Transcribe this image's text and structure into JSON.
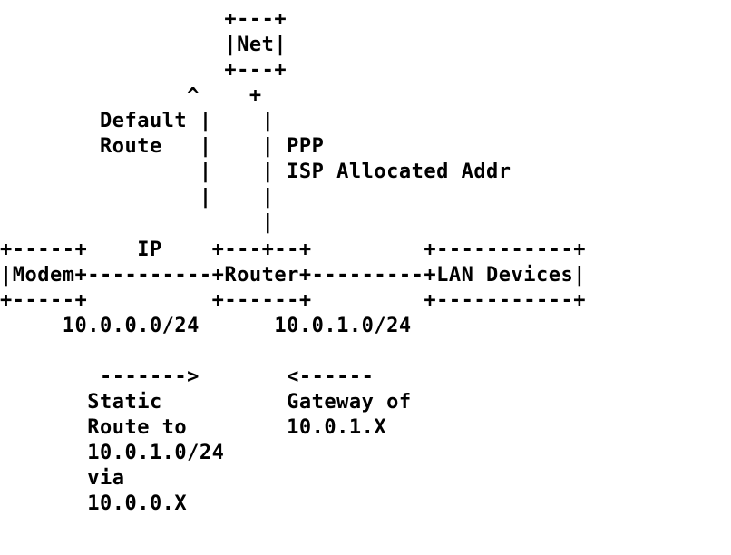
{
  "lines": [
    "                  +---+",
    "                  |Net|",
    "                  +---+",
    "               ^    +",
    "        Default |    |",
    "        Route   |    | PPP",
    "                |    | ISP Allocated Addr",
    "                |    |",
    "                     |",
    "+-----+    IP    +---+--+         +-----------+",
    "|Modem+----------+Router+---------+LAN Devices|",
    "+-----+          +------+         +-----------+",
    "     10.0.0.0/24      10.0.1.0/24",
    "",
    "        ------->       <------",
    "       Static          Gateway of",
    "       Route to        10.0.1.X",
    "       10.0.1.0/24",
    "       via",
    "       10.0.0.X"
  ]
}
